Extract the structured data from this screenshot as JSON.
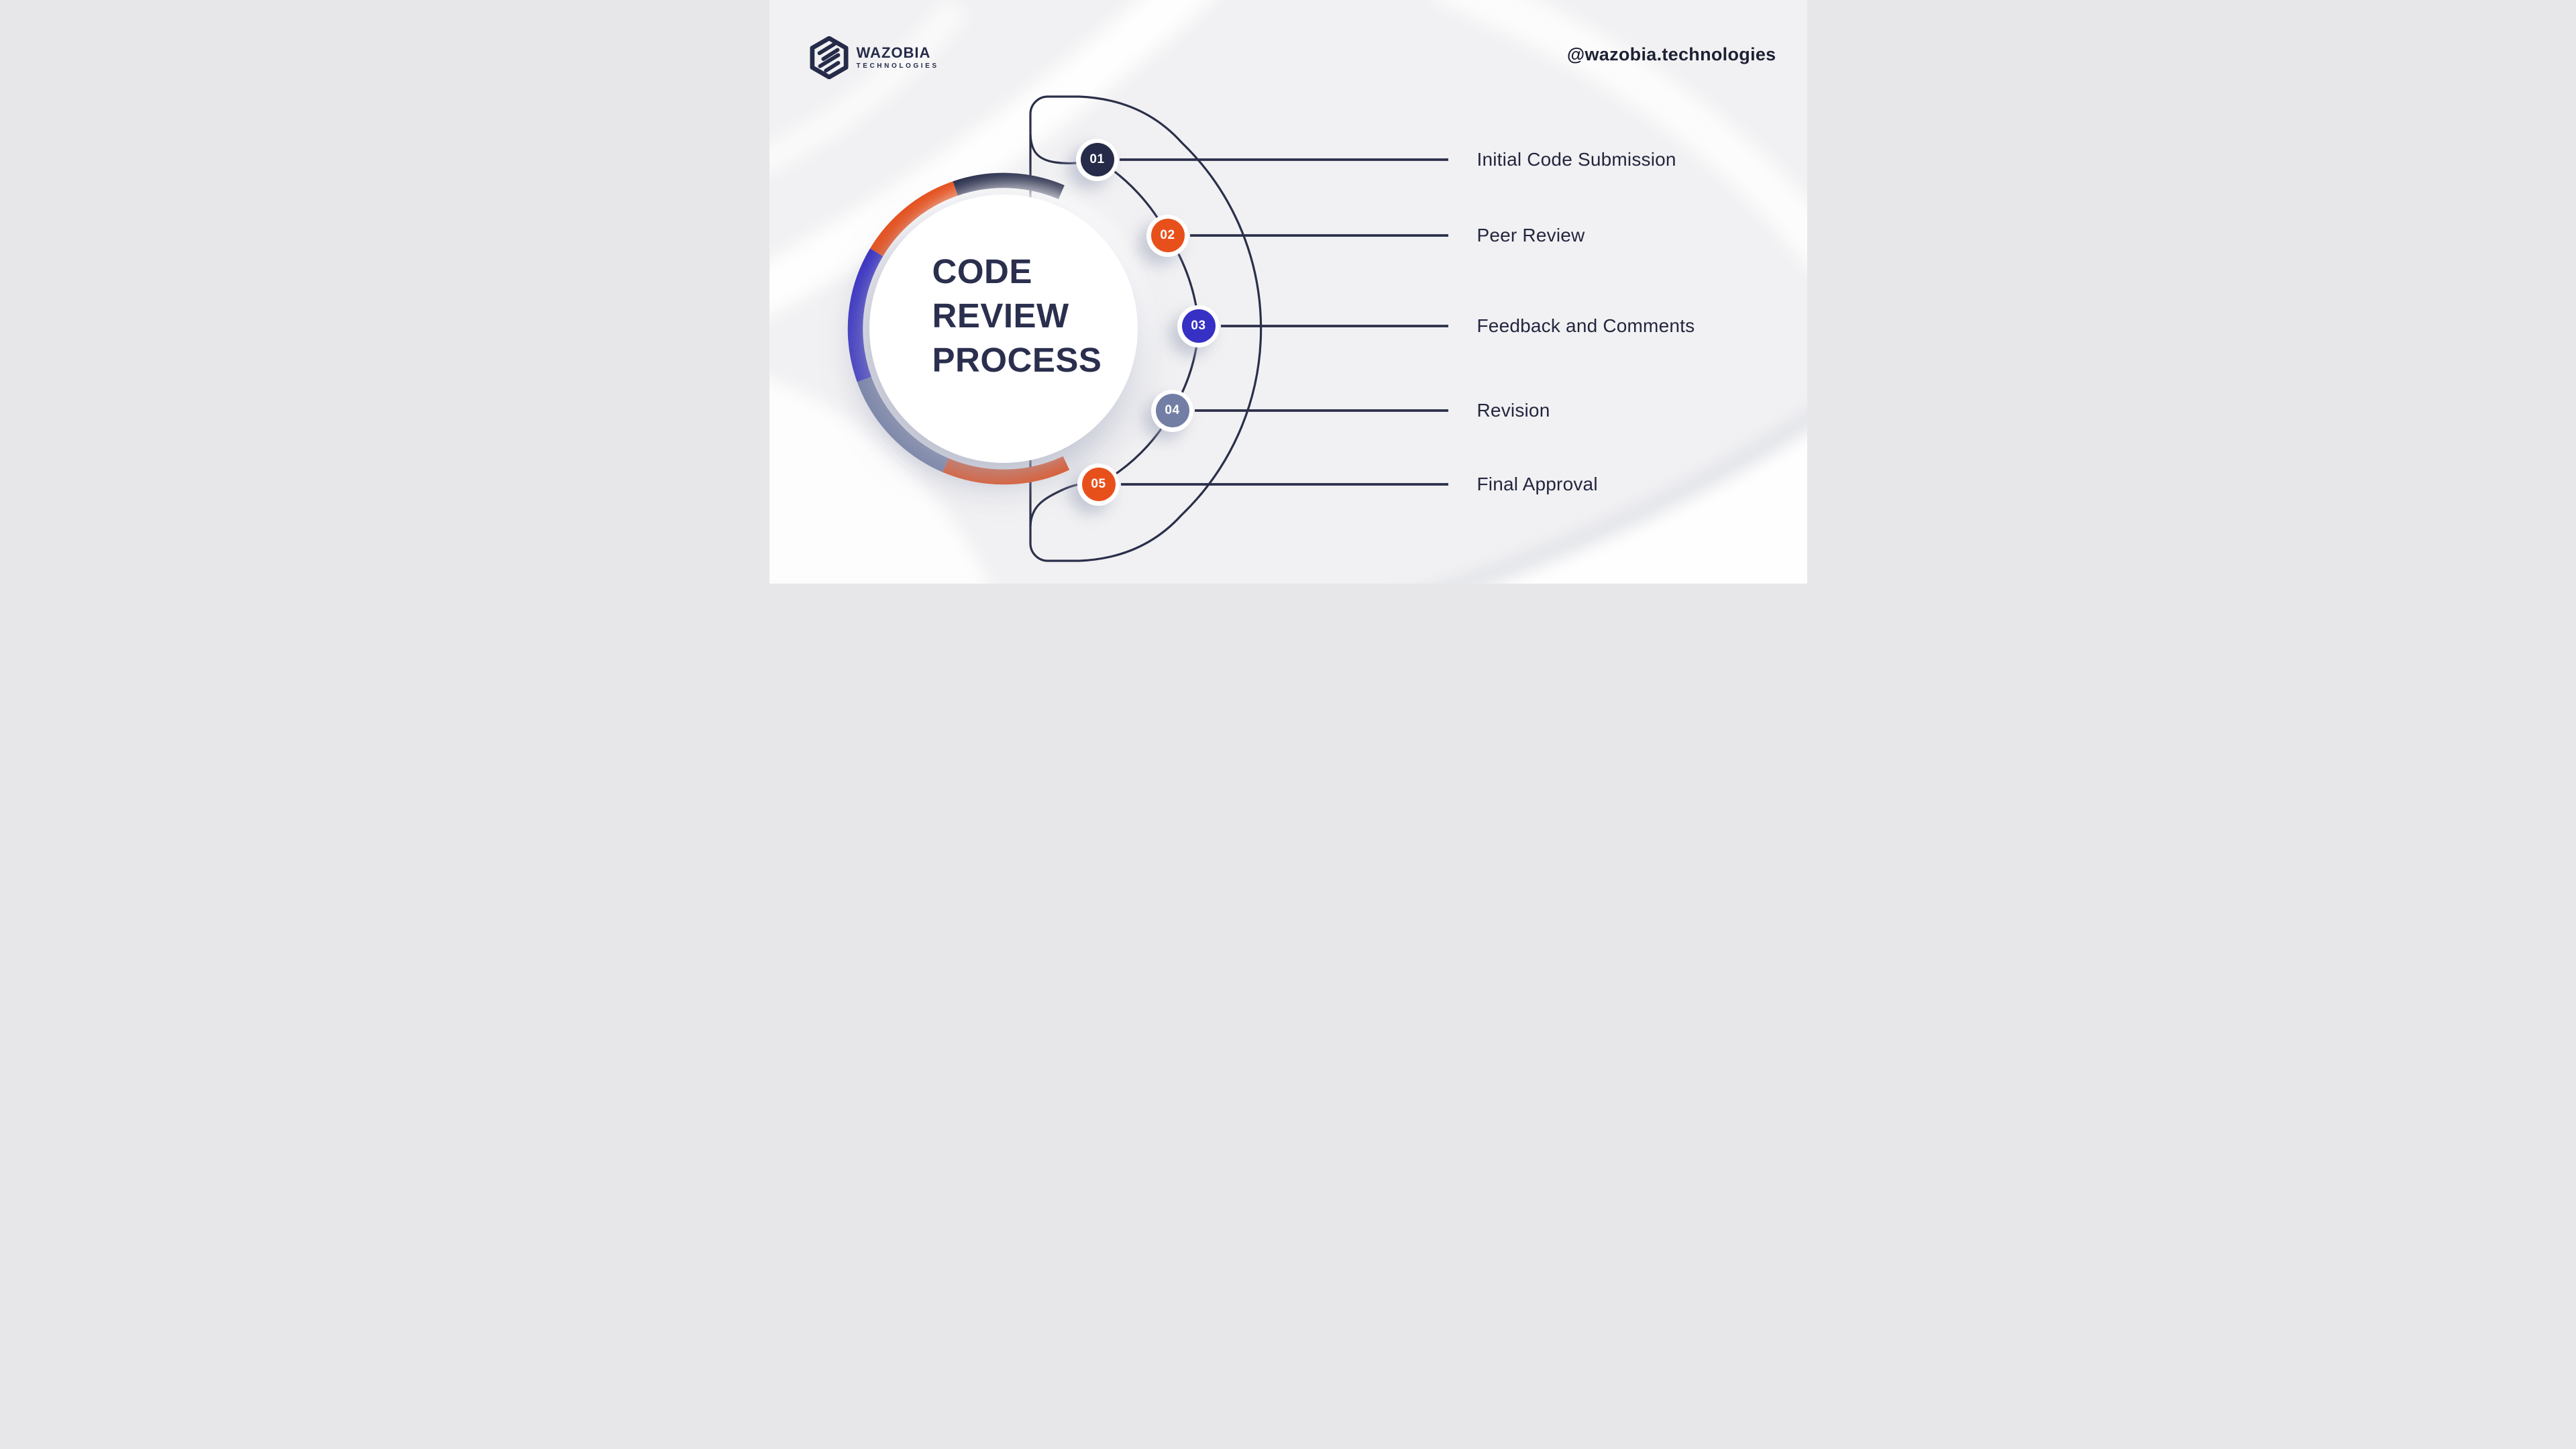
{
  "brand": {
    "name": "WAZOBIA",
    "tagline": "TECHNOLOGIES",
    "handle": "@wazobia.technologies"
  },
  "title": {
    "line1": "CODE",
    "line2": "REVIEW",
    "line3": "PROCESS"
  },
  "steps": [
    {
      "num": "01",
      "label": "Initial Code Submission",
      "color": "#262b49"
    },
    {
      "num": "02",
      "label": "Peer Review",
      "color": "#e8501b"
    },
    {
      "num": "03",
      "label": "Feedback and Comments",
      "color": "#3730c5"
    },
    {
      "num": "04",
      "label": "Revision",
      "color": "#727ea4"
    },
    {
      "num": "05",
      "label": "Final Approval",
      "color": "#e8501b"
    }
  ],
  "colors": {
    "background": "#f1f1f3",
    "navy": "#262b49",
    "line": "#2b2f4a",
    "title_text": "#2b2f4e",
    "label_text": "#23263e",
    "badge_text": "#ffffff",
    "shadow": "#a3a8be"
  }
}
